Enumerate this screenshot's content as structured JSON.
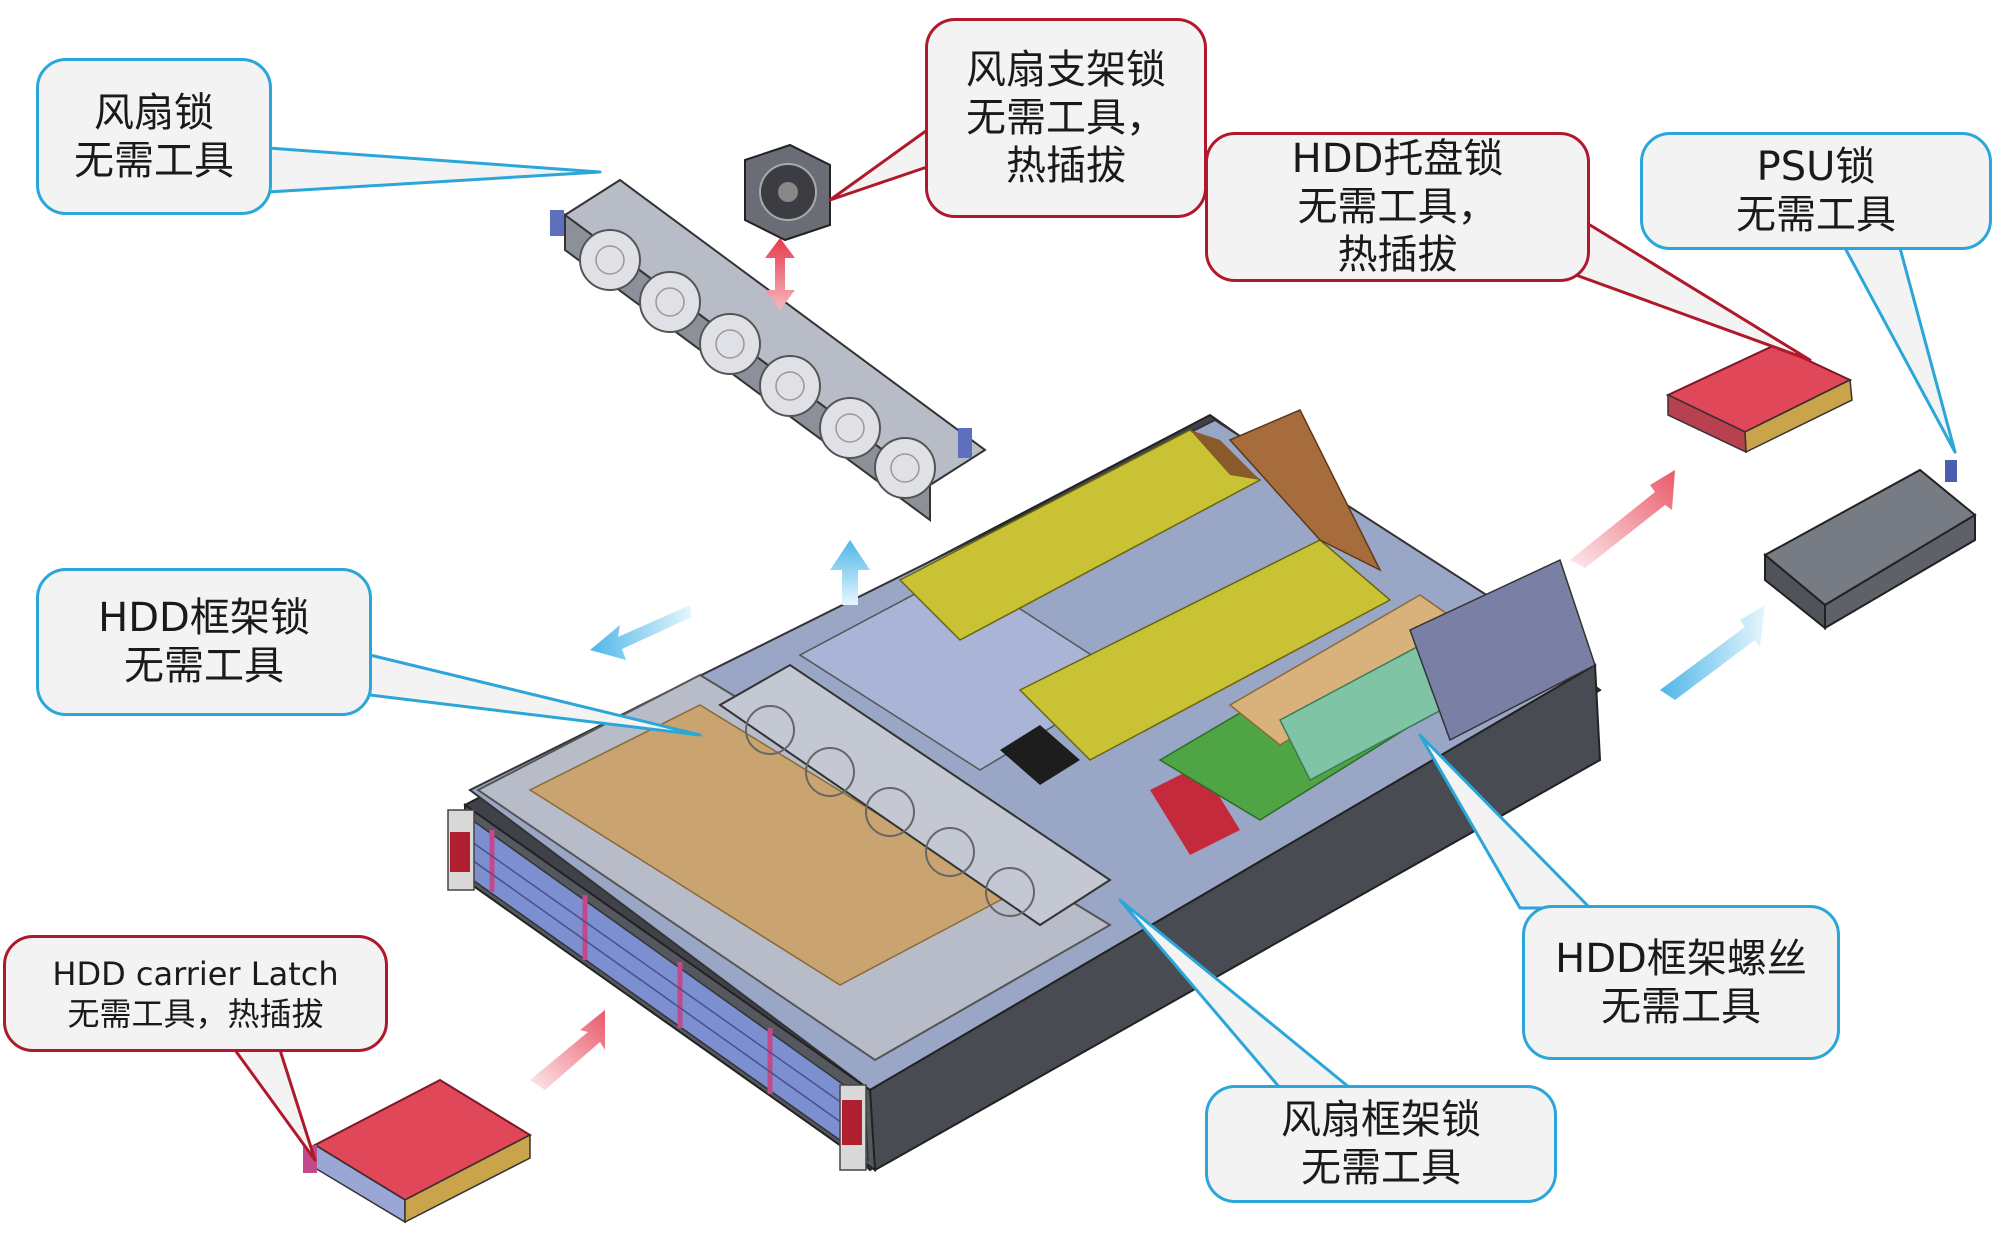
{
  "callouts": {
    "fan_lock": {
      "line1": "风扇锁",
      "line2": "无需工具"
    },
    "fan_bracket_lock": {
      "line1": "风扇支架锁",
      "line2": "无需工具，",
      "line3": "热插拔"
    },
    "hdd_tray_lock": {
      "line1": "HDD托盘锁",
      "line2": "无需工具，",
      "line3": "热插拔"
    },
    "psu_lock": {
      "line1": "PSU锁",
      "line2": "无需工具"
    },
    "hdd_frame_lock": {
      "line1": "HDD框架锁",
      "line2": "无需工具"
    },
    "hdd_frame_screw": {
      "line1": "HDD框架螺丝",
      "line2": "无需工具"
    },
    "hdd_carrier_latch": {
      "line1": "HDD carrier Latch",
      "line2": "无需工具，热插拔"
    },
    "fan_frame_lock": {
      "line1": "风扇框架锁",
      "line2": "无需工具"
    }
  },
  "colors": {
    "blue_border": "#2aa6d8",
    "red_border": "#b0192b",
    "callout_fill": "#f3f3f4",
    "hdd_red": "#e0485a",
    "chassis_gray": "#4b4e55"
  }
}
